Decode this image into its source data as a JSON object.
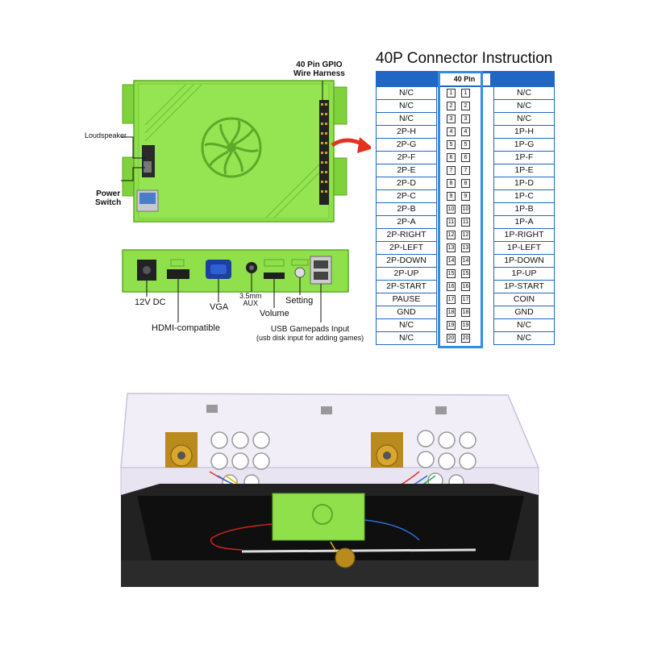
{
  "connector": {
    "title": "40P Connector Instruction",
    "header_label": "40 Pin",
    "rows": [
      {
        "left": "N/C",
        "pin_a": "1",
        "pin_b": "1",
        "right": "N/C"
      },
      {
        "left": "N/C",
        "pin_a": "2",
        "pin_b": "2",
        "right": "N/C"
      },
      {
        "left": "N/C",
        "pin_a": "3",
        "pin_b": "3",
        "right": "N/C"
      },
      {
        "left": "2P-H",
        "pin_a": "4",
        "pin_b": "4",
        "right": "1P-H"
      },
      {
        "left": "2P-G",
        "pin_a": "5",
        "pin_b": "5",
        "right": "1P-G"
      },
      {
        "left": "2P-F",
        "pin_a": "6",
        "pin_b": "6",
        "right": "1P-F"
      },
      {
        "left": "2P-E",
        "pin_a": "7",
        "pin_b": "7",
        "right": "1P-E"
      },
      {
        "left": "2P-D",
        "pin_a": "8",
        "pin_b": "8",
        "right": "1P-D"
      },
      {
        "left": "2P-C",
        "pin_a": "9",
        "pin_b": "9",
        "right": "1P-C"
      },
      {
        "left": "2P-B",
        "pin_a": "10",
        "pin_b": "10",
        "right": "1P-B"
      },
      {
        "left": "2P-A",
        "pin_a": "11",
        "pin_b": "11",
        "right": "1P-A"
      },
      {
        "left": "2P-RIGHT",
        "pin_a": "12",
        "pin_b": "12",
        "right": "1P-RIGHT"
      },
      {
        "left": "2P-LEFT",
        "pin_a": "13",
        "pin_b": "13",
        "right": "1P-LEFT"
      },
      {
        "left": "2P-DOWN",
        "pin_a": "14",
        "pin_b": "14",
        "right": "1P-DOWN"
      },
      {
        "left": "2P-UP",
        "pin_a": "15",
        "pin_b": "15",
        "right": "1P-UP"
      },
      {
        "left": "2P-START",
        "pin_a": "16",
        "pin_b": "16",
        "right": "1P-START"
      },
      {
        "left": "PAUSE",
        "pin_a": "17",
        "pin_b": "17",
        "right": "COIN"
      },
      {
        "left": "GND",
        "pin_a": "18",
        "pin_b": "18",
        "right": "GND"
      },
      {
        "left": "N/C",
        "pin_a": "19",
        "pin_b": "19",
        "right": "N/C"
      },
      {
        "left": "N/C",
        "pin_a": "20",
        "pin_b": "20",
        "right": "N/C"
      }
    ]
  },
  "board_labels": {
    "gpio_line1": "40 Pin GPIO",
    "gpio_line2": "Wire Harness",
    "loudspeaker": "Loudspeaker",
    "power_line1": "Power",
    "power_line2": "Switch",
    "dc": "12V DC",
    "hdmi": "HDMI-compatible",
    "vga": "VGA",
    "aux_line1": "3.5mm",
    "aux_line2": "AUX",
    "volume": "Volume",
    "setting": "Setting",
    "usb_line1": "USB Gamepads Input",
    "usb_line2": "(usb disk input for adding games)"
  },
  "colors": {
    "board_green": "#8fe04a",
    "board_dark": "#6fbf2e",
    "table_blue": "#2067c5",
    "pin_highlight": "#2f8ee6",
    "arrow_red": "#e5311f"
  }
}
